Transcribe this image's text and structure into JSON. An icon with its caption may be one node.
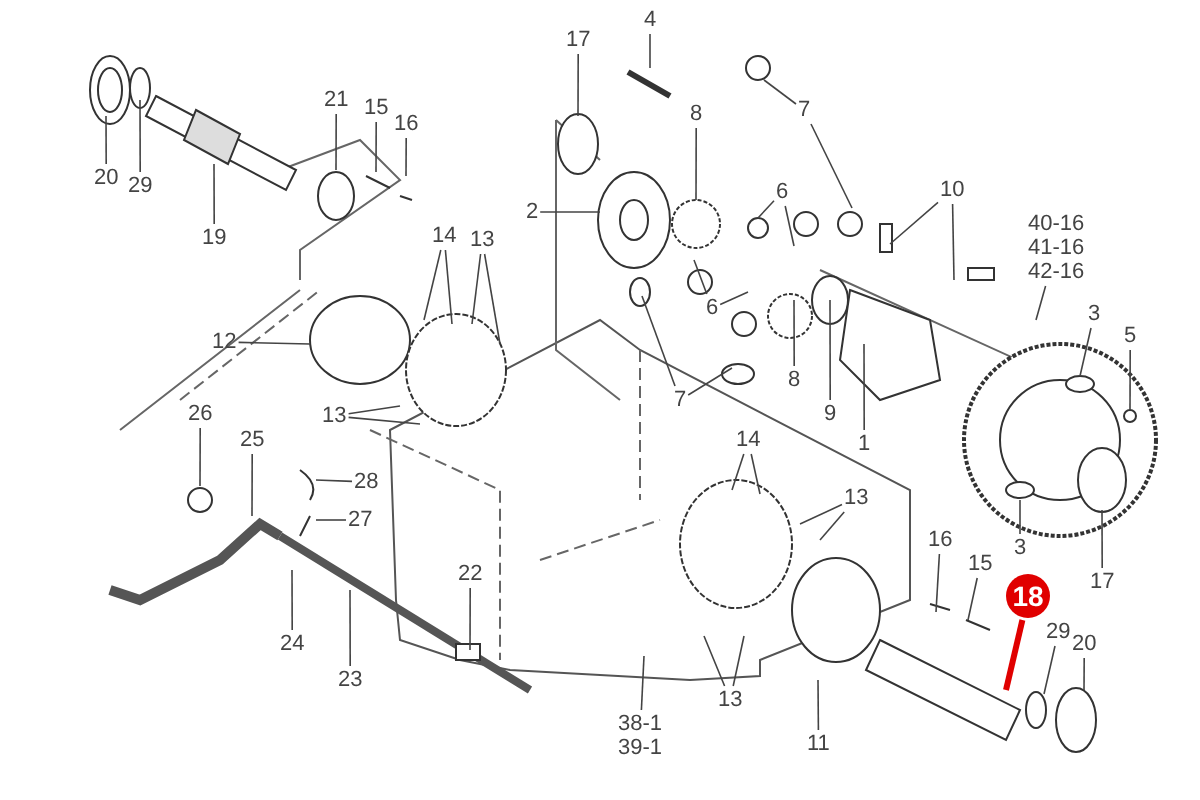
{
  "diagram": {
    "nodes": [
      {
        "text": [
          "20"
        ]
      },
      {
        "text": [
          "29"
        ]
      },
      {
        "text": [
          "19"
        ]
      },
      {
        "text": [
          "21"
        ]
      },
      {
        "text": [
          "15"
        ]
      },
      {
        "text": [
          "16"
        ]
      },
      {
        "text": [
          "17"
        ]
      },
      {
        "text": [
          "4"
        ]
      },
      {
        "text": [
          "2"
        ]
      },
      {
        "text": [
          "8"
        ]
      },
      {
        "text": [
          "7"
        ]
      },
      {
        "text": [
          "6"
        ]
      },
      {
        "text": [
          "10"
        ]
      },
      {
        "text": [
          "40-16",
          "41-16",
          "42-16"
        ]
      },
      {
        "text": [
          "3"
        ]
      },
      {
        "text": [
          "5"
        ]
      },
      {
        "text": [
          "14"
        ]
      },
      {
        "text": [
          "13"
        ]
      },
      {
        "text": [
          "12"
        ]
      },
      {
        "text": [
          "8"
        ]
      },
      {
        "text": [
          "6"
        ]
      },
      {
        "text": [
          "7"
        ]
      },
      {
        "text": [
          "13"
        ]
      },
      {
        "text": [
          "9"
        ]
      },
      {
        "text": [
          "1"
        ]
      },
      {
        "text": [
          "26"
        ]
      },
      {
        "text": [
          "25"
        ]
      },
      {
        "text": [
          "28"
        ]
      },
      {
        "text": [
          "27"
        ]
      },
      {
        "text": [
          "24"
        ]
      },
      {
        "text": [
          "23"
        ]
      },
      {
        "text": [
          "22"
        ]
      },
      {
        "text": [
          "14"
        ]
      },
      {
        "text": [
          "13"
        ]
      },
      {
        "text": [
          "13"
        ]
      },
      {
        "text": [
          "38-1",
          "39-1"
        ]
      },
      {
        "text": [
          "11"
        ]
      },
      {
        "text": [
          "16"
        ]
      },
      {
        "text": [
          "15"
        ]
      },
      {
        "text": [
          "3"
        ]
      },
      {
        "text": [
          "17"
        ]
      },
      {
        "text": [
          "18"
        ]
      },
      {
        "text": [
          "29"
        ]
      },
      {
        "text": [
          "20"
        ]
      }
    ],
    "edges": [
      {
        "from": 0,
        "to": null,
        "arrow": "none"
      },
      {
        "from": 1,
        "to": null,
        "arrow": "none"
      },
      {
        "from": 2,
        "to": null,
        "arrow": "none"
      },
      {
        "from": 3,
        "to": null,
        "arrow": "none"
      },
      {
        "from": 4,
        "to": null,
        "arrow": "none"
      },
      {
        "from": 5,
        "to": null,
        "arrow": "none"
      },
      {
        "from": 6,
        "to": null,
        "arrow": "none"
      },
      {
        "from": 7,
        "to": null,
        "arrow": "none"
      },
      {
        "from": 8,
        "to": null,
        "arrow": "none"
      },
      {
        "from": 9,
        "to": null,
        "arrow": "none"
      },
      {
        "from": 10,
        "to": null,
        "arrow": "none"
      },
      {
        "from": 10,
        "to": null,
        "arrow": "none"
      },
      {
        "from": 11,
        "to": null,
        "arrow": "none"
      },
      {
        "from": 11,
        "to": null,
        "arrow": "none"
      },
      {
        "from": 12,
        "to": null,
        "arrow": "none"
      },
      {
        "from": 12,
        "to": null,
        "arrow": "none"
      },
      {
        "from": 13,
        "to": null,
        "arrow": "none"
      },
      {
        "from": 14,
        "to": null,
        "arrow": "none"
      },
      {
        "from": 15,
        "to": null,
        "arrow": "none"
      },
      {
        "from": 16,
        "to": null,
        "arrow": "none"
      },
      {
        "from": 16,
        "to": null,
        "arrow": "none"
      },
      {
        "from": 17,
        "to": null,
        "arrow": "none"
      },
      {
        "from": 17,
        "to": null,
        "arrow": "none"
      },
      {
        "from": 18,
        "to": null,
        "arrow": "none"
      },
      {
        "from": 19,
        "to": null,
        "arrow": "none"
      },
      {
        "from": 20,
        "to": null,
        "arrow": "none"
      },
      {
        "from": 20,
        "to": null,
        "arrow": "none"
      },
      {
        "from": 21,
        "to": null,
        "arrow": "none"
      },
      {
        "from": 21,
        "to": null,
        "arrow": "none"
      },
      {
        "from": 22,
        "to": null,
        "arrow": "none"
      },
      {
        "from": 22,
        "to": null,
        "arrow": "none"
      },
      {
        "from": 23,
        "to": null,
        "arrow": "none"
      },
      {
        "from": 24,
        "to": null,
        "arrow": "none"
      },
      {
        "from": 25,
        "to": null,
        "arrow": "none"
      },
      {
        "from": 26,
        "to": null,
        "arrow": "none"
      },
      {
        "from": 27,
        "to": null,
        "arrow": "none"
      },
      {
        "from": 28,
        "to": null,
        "arrow": "none"
      },
      {
        "from": 29,
        "to": null,
        "arrow": "none"
      },
      {
        "from": 30,
        "to": null,
        "arrow": "none"
      },
      {
        "from": 31,
        "to": null,
        "arrow": "none"
      },
      {
        "from": 32,
        "to": null,
        "arrow": "none"
      },
      {
        "from": 32,
        "to": null,
        "arrow": "none"
      },
      {
        "from": 33,
        "to": null,
        "arrow": "none"
      },
      {
        "from": 33,
        "to": null,
        "arrow": "none"
      },
      {
        "from": 34,
        "to": null,
        "arrow": "none"
      },
      {
        "from": 34,
        "to": null,
        "arrow": "none"
      },
      {
        "from": 35,
        "to": null,
        "arrow": "none"
      },
      {
        "from": 36,
        "to": null,
        "arrow": "none"
      },
      {
        "from": 37,
        "to": null,
        "arrow": "none"
      },
      {
        "from": 38,
        "to": null,
        "arrow": "none"
      },
      {
        "from": 39,
        "to": null,
        "arrow": "none"
      },
      {
        "from": 40,
        "to": null,
        "arrow": "none"
      },
      {
        "from": 41,
        "to": null,
        "arrow": "none",
        "style": "thick",
        "color": "#e00000"
      },
      {
        "from": 42,
        "to": null,
        "arrow": "none"
      },
      {
        "from": 43,
        "to": null,
        "arrow": "none"
      }
    ]
  }
}
